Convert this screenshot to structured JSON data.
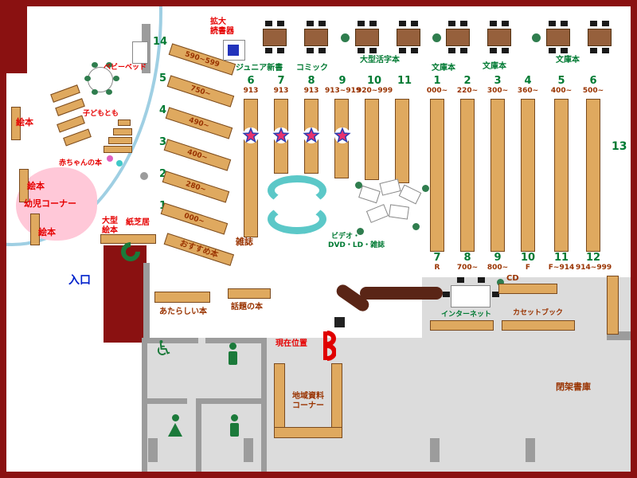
{
  "colors": {
    "frame": "#8A1111",
    "shelf": "#DFA95F",
    "wall": "#9C9C9C",
    "floor": "#DCDCDC",
    "genre_green": "#007A33",
    "alert_red": "#E60000",
    "range_brown": "#993300",
    "entrance_blue": "#0022CC",
    "magazine_cyan": "#5BC8C8",
    "counter_brown": "#5A2516",
    "toddler_pink": "#FFC8D8",
    "toilet_green": "#1B7A3A",
    "reader_blue": "#2233BB"
  },
  "children_area": {
    "ehon_1": "絵本",
    "ehon_2": "絵本",
    "ehon_3": "絵本",
    "yoji_corner": "幼児コーナー",
    "akachan": "赤ちゃんの本",
    "kodomo": "子どもとも",
    "baby_bed": "ベビーベッド",
    "ogata_1": "大型",
    "ogata_2": "絵本",
    "kamishibai": "紙芝居"
  },
  "entrance": {
    "label": "入口"
  },
  "top_area": {
    "kakudai_1": "拡大",
    "kakudai_2": "読書器",
    "junior": "ジュニア新書",
    "comic": "コミック",
    "large_print": "大型活字本",
    "bunko_1": "文庫本",
    "bunko_2": "文庫本",
    "bunko_3": "文庫本"
  },
  "stacks": {
    "diagonal": [
      {
        "num": "14",
        "range": "590~599"
      },
      {
        "num": "5",
        "range": "750~"
      },
      {
        "num": "4",
        "range": "490~"
      },
      {
        "num": "3",
        "range": "400~"
      },
      {
        "num": "2",
        "range": "280~"
      },
      {
        "num": "1",
        "range": "000~"
      }
    ],
    "group_a": [
      {
        "num": "6",
        "range": "913"
      },
      {
        "num": "7",
        "range": "913"
      },
      {
        "num": "8",
        "range": "913"
      },
      {
        "num": "9",
        "range": "913~919"
      },
      {
        "num": "10",
        "range": "920~999"
      },
      {
        "num": "11",
        "range": ""
      }
    ],
    "group_b_top": [
      {
        "num": "1",
        "range": "000~"
      },
      {
        "num": "2",
        "range": "220~"
      },
      {
        "num": "3",
        "range": "300~"
      },
      {
        "num": "4",
        "range": "360~"
      },
      {
        "num": "5",
        "range": "400~"
      },
      {
        "num": "6",
        "range": "500~"
      }
    ],
    "group_b_bottom": [
      {
        "num": "7",
        "range": "R"
      },
      {
        "num": "8",
        "range": "700~"
      },
      {
        "num": "9",
        "range": "800~"
      },
      {
        "num": "10",
        "range": "F"
      },
      {
        "num": "11",
        "range": "F~914"
      },
      {
        "num": "12",
        "range": "914~999"
      }
    ],
    "area_13": "13",
    "osusume": "おすすめ本"
  },
  "center_area": {
    "zasshi": "雑誌",
    "video_1": "ビデオ・",
    "video_2": "DVD・LD・雑誌"
  },
  "services": {
    "atarashii": "あたらしい本",
    "wadai": "話題の本",
    "genzai": "現在位置",
    "chiiki_1": "地域資料",
    "chiiki_2": "コーナー",
    "internet": "インターネット",
    "cd": "CD",
    "cassette": "カセットブック",
    "heika": "閉架書庫"
  },
  "icons": {
    "wheelchair": "♿"
  }
}
